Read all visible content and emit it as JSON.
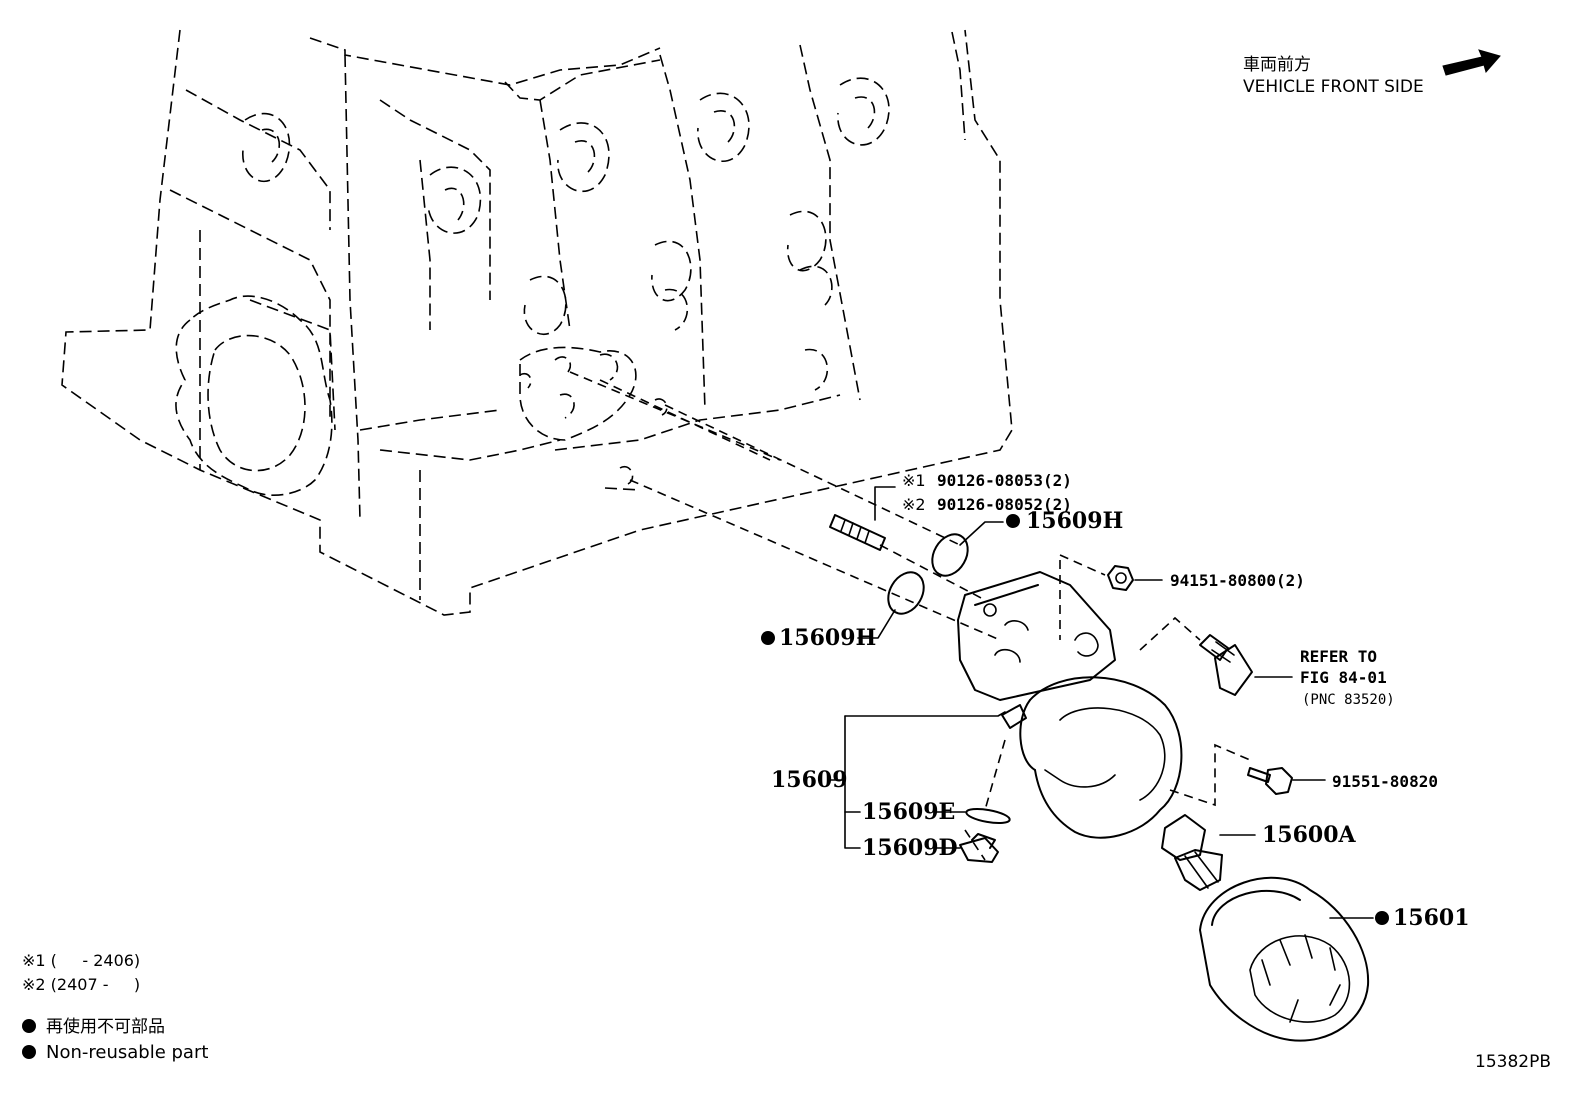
{
  "header": {
    "direction_jp": "車両前方",
    "direction_en": "VEHICLE FRONT SIDE"
  },
  "callouts": {
    "stud_note1_mark": "※1",
    "stud_note1_pn": "90126-08053(2)",
    "stud_note2_mark": "※2",
    "stud_note2_pn": "90126-08052(2)",
    "oring_upper": "15609H",
    "oring_lower": "15609H",
    "nut": "94151-80800(2)",
    "refer_line1": "REFER TO",
    "refer_line2": "FIG 84-01",
    "refer_line3": "(PNC 83520)",
    "bolt": "91551-80820",
    "bracket_assy": "15609",
    "gasket": "15609E",
    "plug": "15609D",
    "union": "15600A",
    "filter": "15601"
  },
  "notes": {
    "note1": "※1 (     - 2406)",
    "note2": "※2 (2407 -     )",
    "legend_jp": "再使用不可部品",
    "legend_en": "Non-reusable part"
  },
  "footer": {
    "illustration_id": "15382PB"
  },
  "icons": {
    "front_arrow": "arrow-right-up-icon",
    "non_reusable": "filled-circle-icon"
  }
}
